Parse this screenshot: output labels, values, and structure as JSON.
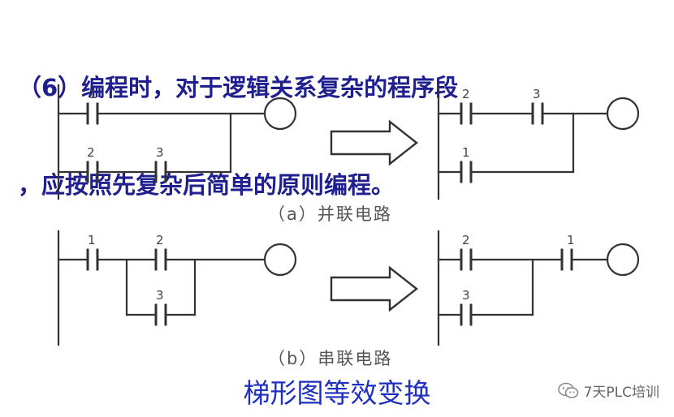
{
  "heading": {
    "line1": "（6）编程时，对于逻辑关系复杂的程序段",
    "line2": "，应按照先复杂后简单的原则编程。"
  },
  "diagram": {
    "top_left_contacts": [
      "1",
      "2",
      "3"
    ],
    "top_right_contacts": [
      "2",
      "3",
      "1"
    ],
    "caption_a": "（a）并联电路",
    "bottom_left_contacts": [
      "1",
      "2",
      "3"
    ],
    "bottom_right_contacts": [
      "2",
      "1",
      "3"
    ],
    "caption_b": "（b）串联电路"
  },
  "footer_title": "梯形图等效变换",
  "watermark": {
    "icon": "wechat-icon",
    "text": "7天PLC培训"
  },
  "colors": {
    "heading": "#1f1f8f",
    "footer_title": "#1f2fbf",
    "lines": "#333333",
    "caption": "#555555"
  }
}
